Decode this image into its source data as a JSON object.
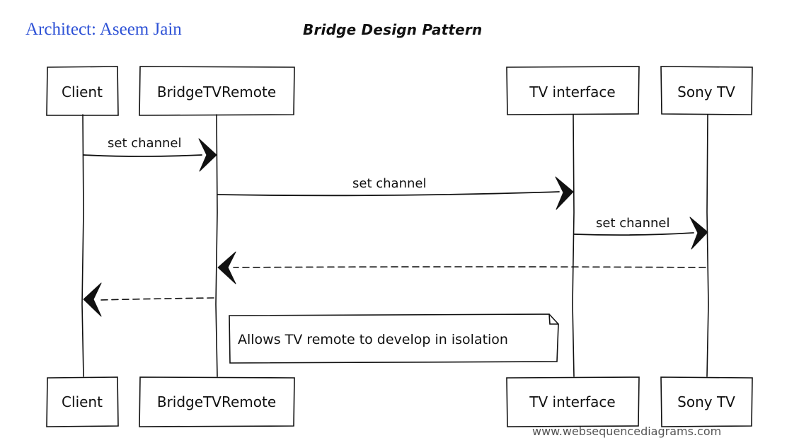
{
  "author": "Architect: Aseem Jain",
  "title": "Bridge Design Pattern",
  "participants": {
    "client": "Client",
    "bridge_remote": "BridgeTVRemote",
    "tv_interface": "TV interface",
    "sony_tv": "Sony TV"
  },
  "messages": {
    "m1": "set channel",
    "m2": "set channel",
    "m3": "set channel"
  },
  "note": "Allows TV remote to develop in isolation",
  "watermark": "www.websequencediagrams.com"
}
